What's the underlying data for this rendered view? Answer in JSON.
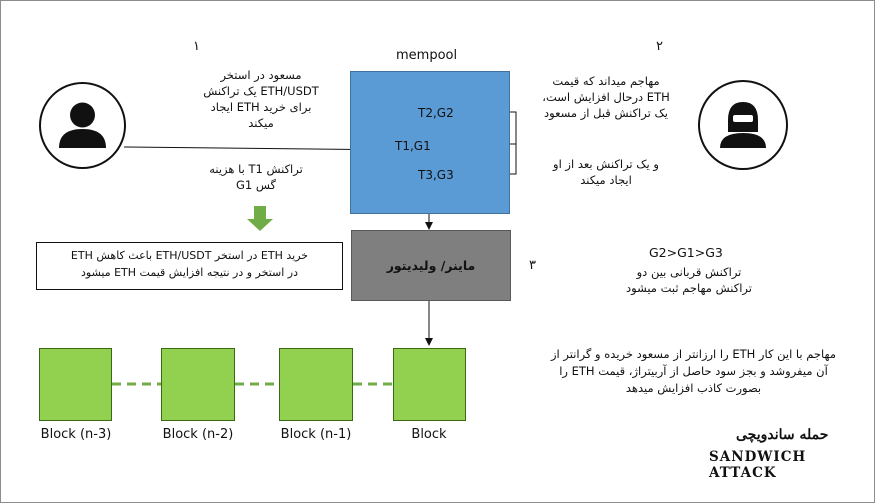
{
  "mempool": {
    "label": "mempool",
    "tx_victim": "T1,G1",
    "tx_front": "T2,G2",
    "tx_back": "T3,G3"
  },
  "steps": {
    "one": "١",
    "two": "٢",
    "three": "٣"
  },
  "victim": {
    "text_lines": [
      "مسعود در استخر",
      "ETH/USDT یک تراکنش",
      "برای خرید ETH ایجاد",
      "میکند"
    ],
    "fee_lines": [
      "تراکنش T1 با هزینه",
      "گس G1"
    ]
  },
  "attacker": {
    "text_lines": [
      "مهاجم میداند که قیمت",
      "ETH درحال افزایش است،",
      "یک تراکنش قبل از مسعود"
    ],
    "after_lines": [
      "و یک تراکنش بعد از او",
      "ایجاد میکند"
    ]
  },
  "miner": {
    "label": "ماینر/ ولیدیتور"
  },
  "info_box": {
    "lines": [
      "خرید ETH در استخر ETH/USDT باعث کاهش ETH",
      "در استخر و در نتیجه افزایش قیمت ETH میشود"
    ]
  },
  "priority": {
    "order": "G2>G1>G3",
    "lines": [
      "تراکنش قربانی بین دو",
      "تراکنش مهاجم ثبت میشود"
    ]
  },
  "summary": {
    "lines": [
      "مهاجم با این کار ETH را ارزانتر از مسعود خریده و گرانتر از",
      "آن میفروشد و بجز سود حاصل از آربیتراژ، قیمت ETH را",
      "بصورت کاذب افزایش میدهد"
    ]
  },
  "blocks": {
    "labels": [
      "Block (n-3)",
      "Block (n-2)",
      "Block (n-1)",
      "Block"
    ]
  },
  "title": {
    "fa": "حمله ساندویچی",
    "en": "SANDWICH ATTACK"
  },
  "colors": {
    "mempool": "#5b9bd5",
    "miner": "#7f7f7f",
    "block": "#92d050",
    "arrow_down": "#70ad47",
    "chain_dash": "#70ad47"
  }
}
